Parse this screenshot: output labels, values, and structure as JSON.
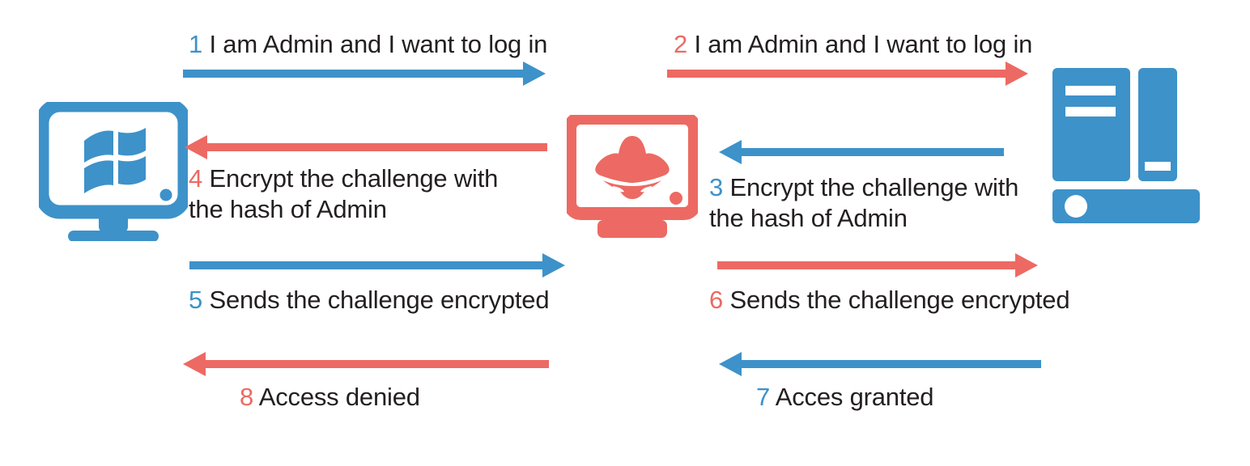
{
  "diagram": {
    "title": "NTLM relay man-in-the-middle authentication flow",
    "colors": {
      "blue": "#3d92c9",
      "red": "#ec6a63",
      "text": "#231f20",
      "background": "#ffffff"
    }
  },
  "nodes": [
    {
      "id": "client",
      "icon": "windows-monitor-icon",
      "color": "#3d92c9",
      "label": ""
    },
    {
      "id": "attacker",
      "icon": "spy-monitor-icon",
      "color": "#ec6a63",
      "label": ""
    },
    {
      "id": "server",
      "icon": "server-icon",
      "color": "#3d92c9",
      "label": ""
    }
  ],
  "messages": [
    {
      "number": "1",
      "text": "I am Admin and I want to log in",
      "color": "blue",
      "direction": "right",
      "lane": "left"
    },
    {
      "number": "2",
      "text": "I am Admin and I want to log in",
      "color": "red",
      "direction": "right",
      "lane": "right"
    },
    {
      "number": "3",
      "text": "Encrypt the challenge with\nthe hash of Admin",
      "color": "blue",
      "direction": "left",
      "lane": "right"
    },
    {
      "number": "4",
      "text": "Encrypt the challenge with\nthe hash of Admin",
      "color": "red",
      "direction": "left",
      "lane": "left"
    },
    {
      "number": "5",
      "text": "Sends the challenge encrypted",
      "color": "blue",
      "direction": "right",
      "lane": "left"
    },
    {
      "number": "6",
      "text": "Sends the challenge encrypted",
      "color": "red",
      "direction": "right",
      "lane": "right"
    },
    {
      "number": "7",
      "text": "Acces granted",
      "color": "blue",
      "direction": "left",
      "lane": "right"
    },
    {
      "number": "8",
      "text": "Access denied",
      "color": "red",
      "direction": "left",
      "lane": "left"
    }
  ]
}
